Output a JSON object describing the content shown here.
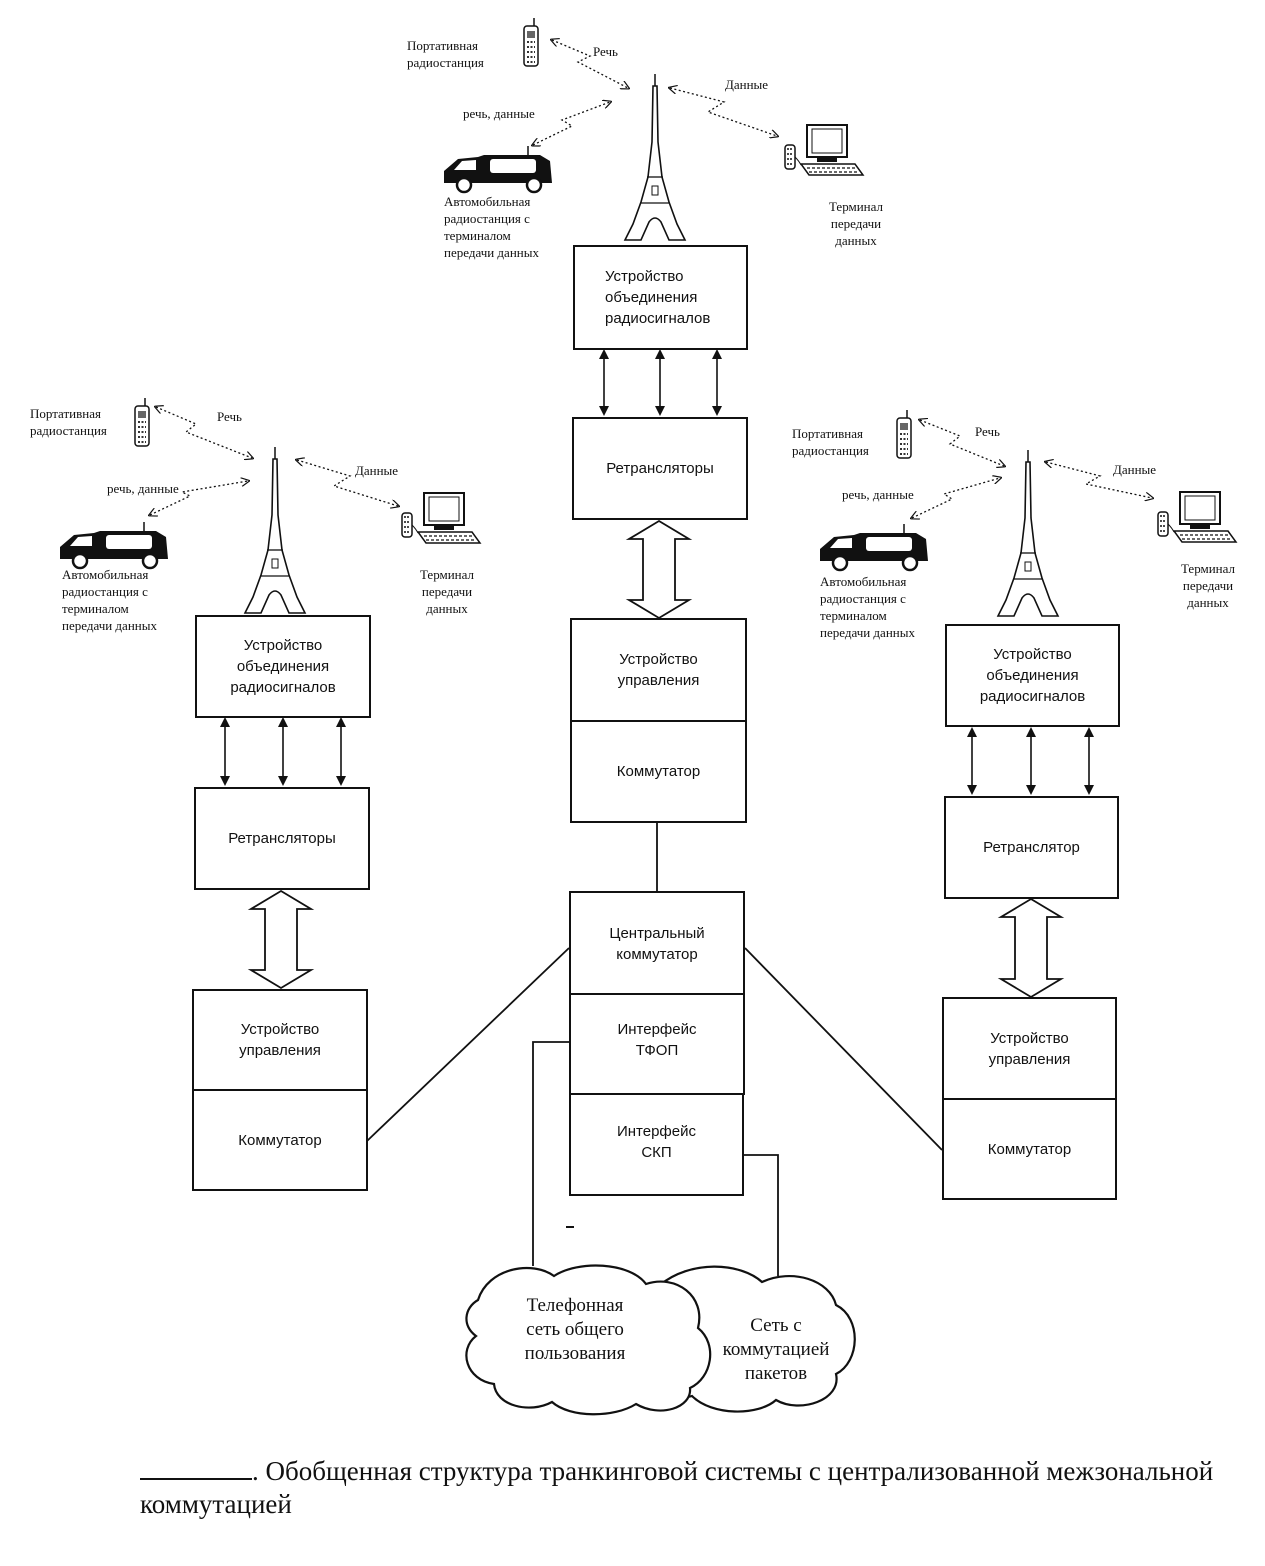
{
  "diagram": {
    "labels": {
      "portable_radio": "Портативная\nрадиостанция",
      "speech": "Речь",
      "data": "Данные",
      "speech_data": "речь,  данные",
      "vehicle_radio": "Автомобильная\nрадиостанция с\nтерминалом\nпередачи данных",
      "data_terminal": "Терминал\nпередачи\nданных"
    },
    "blocks": {
      "combiner": "Устройство\nобъединения\nрадиосигналов",
      "repeaters": "Ретрансляторы",
      "repeater_single": "Ретранслятор",
      "control_unit": "Устройство\nуправления",
      "switch": "Коммутатор",
      "central_switch": "Центральный\nкоммутатор",
      "pstn_interface": "Интерфейс\nТФОП",
      "psn_interface": "Интерфейс\nСКП"
    },
    "clouds": {
      "pstn": "Телефонная\nсеть общего\nпользования",
      "psn": "Сеть с\nкоммутацией\nпакетов"
    },
    "caption": ". Обобщенная структура транкинговой системы с централизованной межзональной коммутацией"
  }
}
